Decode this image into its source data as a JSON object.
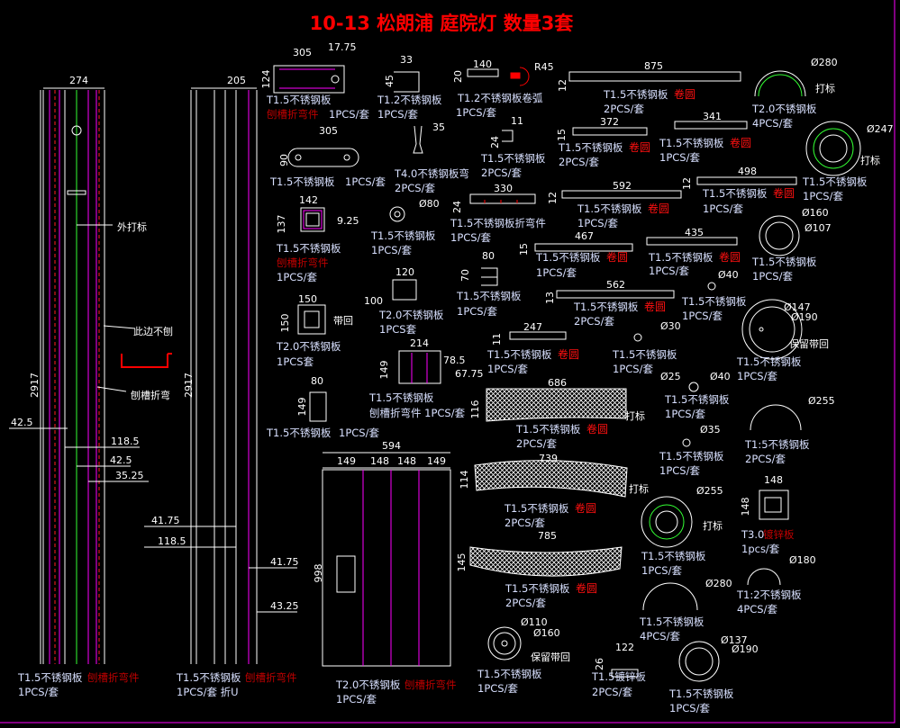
{
  "title": "10-13 松朗浦 庭院灯 数量3套",
  "colors": {
    "background": "#000000",
    "text": "#d8e0ff",
    "process_red": "#ff0000",
    "process_dark_red": "#c00000",
    "border": "#ff00ff",
    "green_mark": "#33ff33"
  },
  "columns": [
    {
      "spec": "T1.5不锈钢板",
      "proc": "刨槽折弯件",
      "qty": "1PCS/套",
      "dims": [
        "274",
        "2917",
        "外打标",
        "此边不刨",
        "刨槽折弯",
        "42.5",
        "118.5",
        "42.5",
        "35.25"
      ]
    },
    {
      "spec": "T1.5不锈钢板",
      "proc": "刨槽折弯件",
      "qty": "1PCS/套 折U",
      "dims": [
        "205",
        "2917",
        "41.75",
        "118.5",
        "41.75",
        "43.25"
      ]
    }
  ],
  "parts": [
    {
      "spec": "T1.5不锈钢板",
      "proc": "刨槽折弯件",
      "qty": "1PCS/套",
      "dims": [
        "305",
        "17.75",
        "124"
      ]
    },
    {
      "spec": "T1.2不锈钢板",
      "proc": "",
      "qty": "1PCS/套",
      "dims": [
        "33",
        "45"
      ]
    },
    {
      "spec": "T1.2不锈钢板卷弧",
      "proc": "",
      "qty": "1PCS/套",
      "dims": [
        "140",
        "20",
        "R45"
      ]
    },
    {
      "spec": "T1.5不锈钢板",
      "proc": "卷圆",
      "qty": "2PCS/套",
      "dims": [
        "875",
        "12"
      ]
    },
    {
      "spec": "T2.0不锈钢板",
      "proc": "",
      "qty": "4PCS/套",
      "dims": [
        "Ø280",
        "打标"
      ]
    },
    {
      "spec": "T1.5不锈钢板",
      "proc": "",
      "qty": "1PCS/套",
      "dims": [
        "305",
        "90"
      ]
    },
    {
      "spec": "T4.0不锈钢板弯",
      "proc": "",
      "qty": "2PCS/套",
      "dims": [
        "35"
      ]
    },
    {
      "spec": "T1.5不锈钢板",
      "proc": "",
      "qty": "2PCS/套",
      "dims": [
        "11",
        "24"
      ]
    },
    {
      "spec": "T1.5不锈钢板",
      "proc": "卷圆",
      "qty": "2PCS/套",
      "dims": [
        "372",
        "15"
      ]
    },
    {
      "spec": "T1.5不锈钢板",
      "proc": "卷圆",
      "qty": "1PCS/套",
      "dims": [
        "341"
      ]
    },
    {
      "spec": "T1.5不锈钢板",
      "proc": "",
      "qty": "1PCS/套",
      "dims": [
        "Ø247",
        "打标"
      ]
    },
    {
      "spec": "T1.5不锈钢板",
      "proc": "刨槽折弯件",
      "qty": "1PCS/套",
      "dims": [
        "142",
        "137",
        "9.25"
      ]
    },
    {
      "spec": "T1.5不锈钢板",
      "proc": "",
      "qty": "1PCS/套",
      "dims": [
        "Ø80"
      ]
    },
    {
      "spec": "T1.5不锈钢板折弯件",
      "proc": "",
      "qty": "1PCS/套",
      "dims": [
        "330",
        "24"
      ]
    },
    {
      "spec": "T1.5不锈钢板",
      "proc": "卷圆",
      "qty": "1PCS/套",
      "dims": [
        "592",
        "12"
      ]
    },
    {
      "spec": "T1.5不锈钢板",
      "proc": "卷圆",
      "qty": "1PCS/套",
      "dims": [
        "498",
        "12"
      ]
    },
    {
      "spec": "T1.5不锈钢板",
      "proc": "",
      "qty": "1PCS/套",
      "dims": [
        "Ø160",
        "Ø107"
      ]
    },
    {
      "spec": "T1.5不锈钢板",
      "proc": "卷圆",
      "qty": "1PCS/套",
      "dims": [
        "467",
        "15"
      ]
    },
    {
      "spec": "T1.5不锈钢板",
      "proc": "卷圆",
      "qty": "1PCS/套",
      "dims": [
        "435"
      ]
    },
    {
      "spec": "T1.5不锈钢板",
      "proc": "",
      "qty": "1PCS/套",
      "dims": [
        "80",
        "70"
      ]
    },
    {
      "spec": "T2.0不锈钢板",
      "proc": "",
      "qty": "1PCS套",
      "dims": [
        "120",
        "100"
      ]
    },
    {
      "spec": "T2.0不锈钢板",
      "proc": "",
      "qty": "1PCS套",
      "dims": [
        "150",
        "150",
        "带回"
      ]
    },
    {
      "spec": "T1.5不锈钢板",
      "proc": "卷圆",
      "qty": "2PCS/套",
      "dims": [
        "562",
        "13"
      ]
    },
    {
      "spec": "T1.5不锈钢板",
      "proc": "",
      "qty": "1PCS/套",
      "dims": [
        "Ø40"
      ]
    },
    {
      "spec": "T1.5不锈钢板",
      "proc": "",
      "qty": "1PCS/套",
      "dims": [
        "Ø147",
        "Ø190",
        "保留带回"
      ]
    },
    {
      "spec": "T1.5不锈钢板",
      "proc": "卷圆",
      "qty": "1PCS/套",
      "dims": [
        "247",
        "11"
      ]
    },
    {
      "spec": "T1.5不锈钢板",
      "proc": "",
      "qty": "1PCS/套",
      "dims": [
        "Ø30"
      ]
    },
    {
      "spec": "T1.5不锈钢板",
      "proc": "",
      "qty": "刨槽折弯件  1PCS/套",
      "dims": [
        "214",
        "149",
        "78.5",
        "67.75"
      ]
    },
    {
      "spec": "T1.5不锈钢板",
      "proc": "",
      "qty": "1PCS/套",
      "dims": [
        "80",
        "149"
      ]
    },
    {
      "spec": "T1.5不锈钢板",
      "proc": "卷圆",
      "qty": "2PCS/套",
      "dims": [
        "686",
        "116",
        "打标"
      ]
    },
    {
      "spec": "T1.5不锈钢板",
      "proc": "",
      "qty": "1PCS/套",
      "dims": [
        "Ø25",
        "Ø40"
      ]
    },
    {
      "spec": "T1:5不锈钢板",
      "proc": "",
      "qty": "2PCS/套",
      "dims": [
        "Ø255"
      ]
    },
    {
      "spec": "T1.5不锈钢板",
      "proc": "",
      "qty": "1PCS/套",
      "dims": [
        "Ø35"
      ]
    },
    {
      "spec": "T2.0不锈钢板",
      "proc": "刨槽折弯件",
      "qty": "1PCS/套",
      "dims": [
        "594",
        "149",
        "148",
        "148",
        "149",
        "998"
      ]
    },
    {
      "spec": "T1.5不锈钢板",
      "proc": "卷圆",
      "qty": "2PCS/套",
      "dims": [
        "739",
        "114",
        "打标"
      ]
    },
    {
      "spec": "T1.5不锈钢板",
      "proc": "",
      "qty": "1PCS/套",
      "dims": [
        "Ø255",
        "打标"
      ]
    },
    {
      "spec": "T3.0",
      "proc": "镀锌板",
      "qty": "1pcs/套",
      "dims": [
        "148",
        "148"
      ]
    },
    {
      "spec": "T1.5不锈钢板",
      "proc": "卷圆",
      "qty": "2PCS/套",
      "dims": [
        "785",
        "145"
      ]
    },
    {
      "spec": "T1:2不锈钢板",
      "proc": "",
      "qty": "4PCS/套",
      "dims": [
        "Ø180"
      ]
    },
    {
      "spec": "T1.5不锈钢板",
      "proc": "",
      "qty": "4PCS/套",
      "dims": [
        "Ø280"
      ]
    },
    {
      "spec": "T1.5不锈钢板",
      "proc": "",
      "qty": "1PCS/套",
      "dims": [
        "Ø110",
        "Ø160",
        "保留带回"
      ]
    },
    {
      "spec": "T1.5镀锌板",
      "proc": "",
      "qty": "2PCS/套",
      "dims": [
        "122",
        "26"
      ]
    },
    {
      "spec": "T1.5不锈钢板",
      "proc": "",
      "qty": "1PCS/套",
      "dims": [
        "Ø137",
        "Ø190"
      ]
    }
  ]
}
